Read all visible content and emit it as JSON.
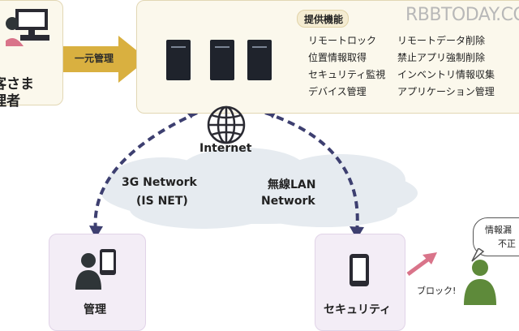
{
  "watermark": "RBBTODAY.CO",
  "admin": {
    "label_line1": "客さま",
    "label_line2": "理者"
  },
  "arrow_label": "一元管理",
  "services": {
    "title": "提供機能",
    "items_left": [
      "リモートロック",
      "位置情報取得",
      "セキュリティ監視",
      "デバイス管理"
    ],
    "items_right": [
      "リモートデータ削除",
      "禁止アプリ強制削除",
      "インベントリ情報収集",
      "アプリケーション管理"
    ]
  },
  "internet_label": "Internet",
  "cloud": {
    "left_line1": "3G Network",
    "left_line2": "(IS NET)",
    "right_line1": "無線LAN",
    "right_line2": "Network"
  },
  "device_manage": {
    "label": "管理"
  },
  "device_security": {
    "label": "セキュリティ"
  },
  "block_label": "ブロック!",
  "speech": {
    "line1": "情報漏",
    "line2": "不正"
  },
  "colors": {
    "arrow_gold": "#d9b040",
    "dash_navy": "#3d3f70",
    "accent_pink": "#d9748a"
  }
}
